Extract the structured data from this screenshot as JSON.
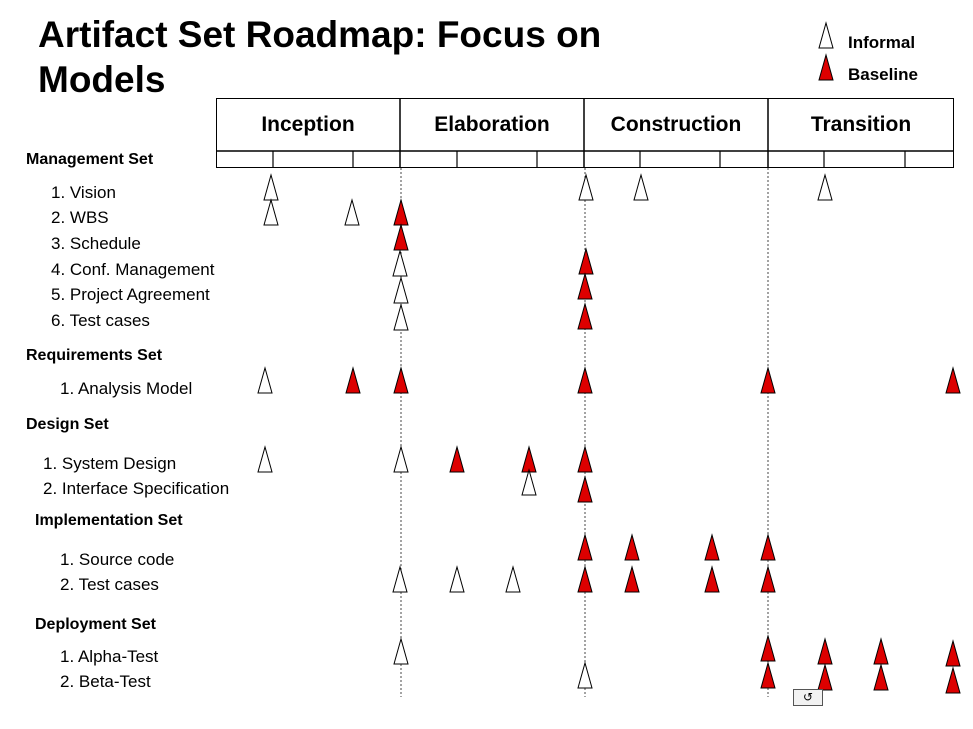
{
  "title": "Artifact Set Roadmap: Focus on Models",
  "legend": {
    "informal_label": "Informal",
    "baseline_label": "Baseline"
  },
  "phases": [
    "Inception",
    "Elaboration",
    "Construction",
    "Transition"
  ],
  "sets": [
    {
      "name": "Management Set",
      "items": [
        "1. Vision",
        "2. WBS",
        "3. Schedule",
        "4. Conf. Management",
        "5. Project Agreement",
        "6. Test cases"
      ]
    },
    {
      "name": "Requirements Set",
      "items": [
        "1. Analysis Model"
      ]
    },
    {
      "name": "Design Set",
      "items": [
        "1. System Design",
        "2. Interface Specification"
      ]
    },
    {
      "name": "Implementation Set",
      "items": [
        "1. Source code",
        "2. Test cases"
      ]
    },
    {
      "name": "Deployment Set",
      "items": [
        "1. Alpha-Test",
        "2. Beta-Test"
      ]
    }
  ],
  "colors": {
    "baseline": "#dd0000",
    "informal": "#ffffff",
    "outline": "#000000"
  },
  "nav_icon": "return-arrow-icon"
}
